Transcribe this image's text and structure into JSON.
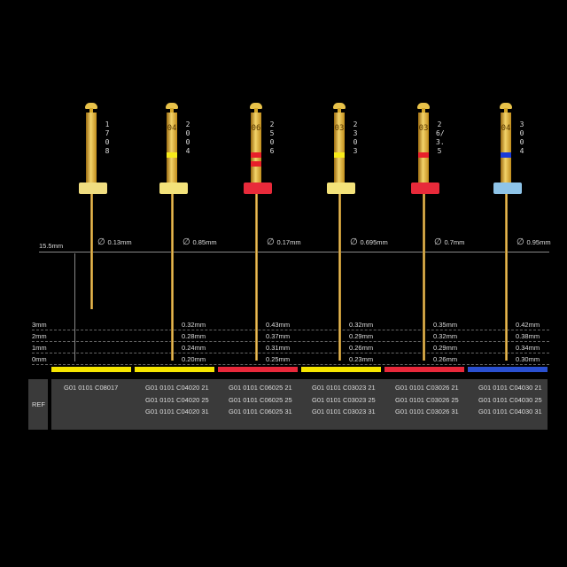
{
  "length_label": "15.5mm",
  "row_labels": [
    "3mm",
    "2mm",
    "1mm",
    "0mm"
  ],
  "ref_label": "REF",
  "files": [
    {
      "code": "1708",
      "taper": "",
      "color": "#f5e04a",
      "collar_color": "#f0dd80",
      "bands": [],
      "diameter": "0.13mm",
      "measures": [],
      "refs": [
        "G01 0101 C08017"
      ],
      "bar_color": "#f5e500"
    },
    {
      "code": "2004",
      "taper": "04",
      "color": "#f5e04a",
      "collar_color": "#f3e27a",
      "bands": [
        "#f7ea1a"
      ],
      "diameter": "0.85mm",
      "measures": [
        "0.32mm",
        "0.28mm",
        "0.24mm",
        "0.20mm"
      ],
      "refs": [
        "G01 0101 C04020 21",
        "G01 0101 C04020 25",
        "G01 0101 C04020 31"
      ],
      "bar_color": "#f5e500"
    },
    {
      "code": "2506",
      "taper": "06",
      "color": "#e23030",
      "collar_color": "#e82a3a",
      "bands": [
        "#e8202a",
        "#e8202a"
      ],
      "diameter": "0.17mm",
      "measures": [
        "0.43mm",
        "0.37mm",
        "0.31mm",
        "0.25mm"
      ],
      "refs": [
        "G01 0101 C06025 21",
        "G01 0101 C06025 25",
        "G01 0101 C06025 31"
      ],
      "bar_color": "#e8283a"
    },
    {
      "code": "2303",
      "taper": "03",
      "color": "#f5e04a",
      "collar_color": "#f3e27a",
      "bands": [
        "#f7ea1a"
      ],
      "diameter": "0.695mm",
      "measures": [
        "0.32mm",
        "0.29mm",
        "0.26mm",
        "0.23mm"
      ],
      "refs": [
        "G01 0101 C03023 21",
        "G01 0101 C03023 25",
        "G01 0101 C03023 31"
      ],
      "bar_color": "#f5e500"
    },
    {
      "code": "26/3.5",
      "taper": "03",
      "color": "#e23030",
      "collar_color": "#e82a3a",
      "bands": [
        "#e8202a"
      ],
      "diameter": "0.7mm",
      "measures": [
        "0.35mm",
        "0.32mm",
        "0.29mm",
        "0.26mm"
      ],
      "refs": [
        "G01 0101 C03026 21",
        "G01 0101 C03026 25",
        "G01 0101 C03026 31"
      ],
      "bar_color": "#e8283a"
    },
    {
      "code": "3004",
      "taper": "04",
      "color": "#2040d0",
      "collar_color": "#8ec4e8",
      "bands": [
        "#1a3ad8"
      ],
      "diameter": "0.95mm",
      "measures": [
        "0.42mm",
        "0.38mm",
        "0.34mm",
        "0.30mm"
      ],
      "refs": [
        "G01 0101 C04030 21",
        "G01 0101 C04030 25",
        "G01 0101 C04030 31"
      ],
      "bar_color": "#2a50d0"
    }
  ]
}
